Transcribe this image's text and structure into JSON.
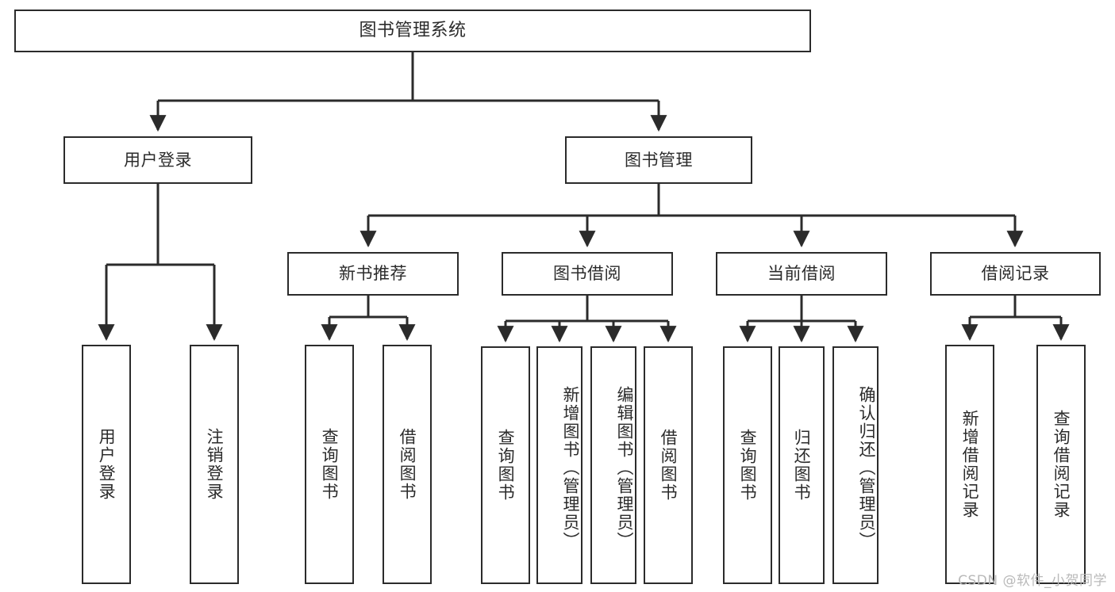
{
  "diagram": {
    "type": "hierarchy-tree",
    "title": "图书管理系统",
    "watermark": "CSDN @软件_小贺同学",
    "colors": {
      "stroke": "#2b2b2b",
      "fill": "#ffffff",
      "text": "#2b2b2b",
      "watermark": "#b9b9b9"
    },
    "nodes": {
      "root": {
        "label": "图书管理系统",
        "level": 0,
        "orientation": "horizontal"
      },
      "l1_a": {
        "label": "用户登录",
        "level": 1,
        "orientation": "horizontal"
      },
      "l1_b": {
        "label": "图书管理",
        "level": 1,
        "orientation": "horizontal"
      },
      "l2_a": {
        "label": "新书推荐",
        "level": 2,
        "orientation": "horizontal"
      },
      "l2_b": {
        "label": "图书借阅",
        "level": 2,
        "orientation": "horizontal"
      },
      "l2_c": {
        "label": "当前借阅",
        "level": 2,
        "orientation": "horizontal"
      },
      "l2_d": {
        "label": "借阅记录",
        "level": 2,
        "orientation": "horizontal"
      },
      "leaf_1": {
        "label": "用户登录",
        "level": 3,
        "orientation": "vertical"
      },
      "leaf_2": {
        "label": "注销登录",
        "level": 3,
        "orientation": "vertical"
      },
      "leaf_3": {
        "label": "查询图书",
        "level": 3,
        "orientation": "vertical"
      },
      "leaf_4": {
        "label": "借阅图书",
        "level": 3,
        "orientation": "vertical"
      },
      "leaf_5": {
        "label": "查询图书",
        "level": 3,
        "orientation": "vertical"
      },
      "leaf_6": {
        "label": "新增图书（管理员）",
        "level": 3,
        "orientation": "vertical"
      },
      "leaf_7": {
        "label": "编辑图书（管理员）",
        "level": 3,
        "orientation": "vertical"
      },
      "leaf_8": {
        "label": "借阅图书",
        "level": 3,
        "orientation": "vertical"
      },
      "leaf_9": {
        "label": "查询图书",
        "level": 3,
        "orientation": "vertical"
      },
      "leaf_10": {
        "label": "归还图书",
        "level": 3,
        "orientation": "vertical"
      },
      "leaf_11": {
        "label": "确认归还（管理员）",
        "level": 3,
        "orientation": "vertical"
      },
      "leaf_12": {
        "label": "新增借阅记录",
        "level": 3,
        "orientation": "vertical"
      },
      "leaf_13": {
        "label": "查询借阅记录",
        "level": 3,
        "orientation": "vertical"
      }
    },
    "edges": [
      {
        "from": "root",
        "to": "l1_a"
      },
      {
        "from": "root",
        "to": "l1_b"
      },
      {
        "from": "l1_b",
        "to": "l2_a"
      },
      {
        "from": "l1_b",
        "to": "l2_b"
      },
      {
        "from": "l1_b",
        "to": "l2_c"
      },
      {
        "from": "l1_b",
        "to": "l2_d"
      },
      {
        "from": "l1_a",
        "to": "leaf_1"
      },
      {
        "from": "l1_a",
        "to": "leaf_2"
      },
      {
        "from": "l2_a",
        "to": "leaf_3"
      },
      {
        "from": "l2_a",
        "to": "leaf_4"
      },
      {
        "from": "l2_b",
        "to": "leaf_5"
      },
      {
        "from": "l2_b",
        "to": "leaf_6"
      },
      {
        "from": "l2_b",
        "to": "leaf_7"
      },
      {
        "from": "l2_b",
        "to": "leaf_8"
      },
      {
        "from": "l2_c",
        "to": "leaf_9"
      },
      {
        "from": "l2_c",
        "to": "leaf_10"
      },
      {
        "from": "l2_c",
        "to": "leaf_11"
      },
      {
        "from": "l2_d",
        "to": "leaf_12"
      },
      {
        "from": "l2_d",
        "to": "leaf_13"
      }
    ]
  }
}
